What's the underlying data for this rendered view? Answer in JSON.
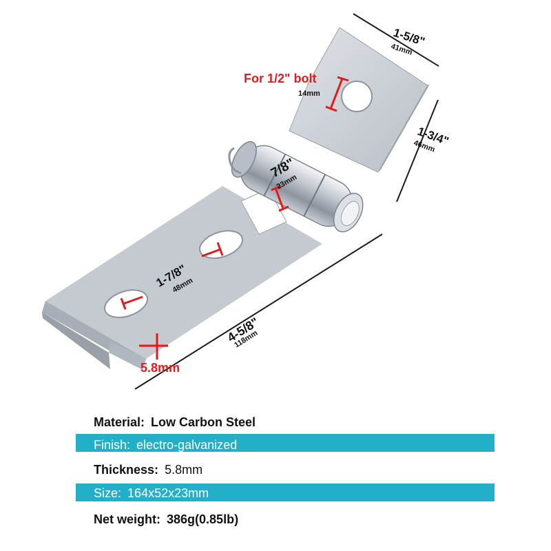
{
  "colors": {
    "band": "#22b0c9",
    "red": "#e01b1b",
    "dim_line": "#1a1a1a",
    "metal_light": "#d4d8de",
    "metal_mid": "#b4b9c1",
    "metal_dark": "#8e949d"
  },
  "dimensions": {
    "top_width_in": "1-5/8\"",
    "top_width_mm": "41mm",
    "top_height_in": "1-3/4\"",
    "top_height_mm": "46mm",
    "bolt_label": "For 1/2\" bolt",
    "bolt_mm": "14mm",
    "barrel_in": "7/8\"",
    "barrel_mm": "23mm",
    "hole_spacing_in": "1-7/8\"",
    "hole_spacing_mm": "48mm",
    "length_in": "4-5/8\"",
    "length_mm": "118mm",
    "thickness": "5.8mm"
  },
  "specs": [
    {
      "label": "Material:",
      "value": "Low Carbon Steel",
      "band": false
    },
    {
      "label": "Finish:",
      "value": "electro-galvanized",
      "band": true
    },
    {
      "label": "Thickness:",
      "value": "5.8mm",
      "band": false
    },
    {
      "label": "Size:",
      "value": "164x52x23mm",
      "band": true
    },
    {
      "label": "Net weight:",
      "value": "386g(0.85lb)",
      "band": false
    }
  ]
}
